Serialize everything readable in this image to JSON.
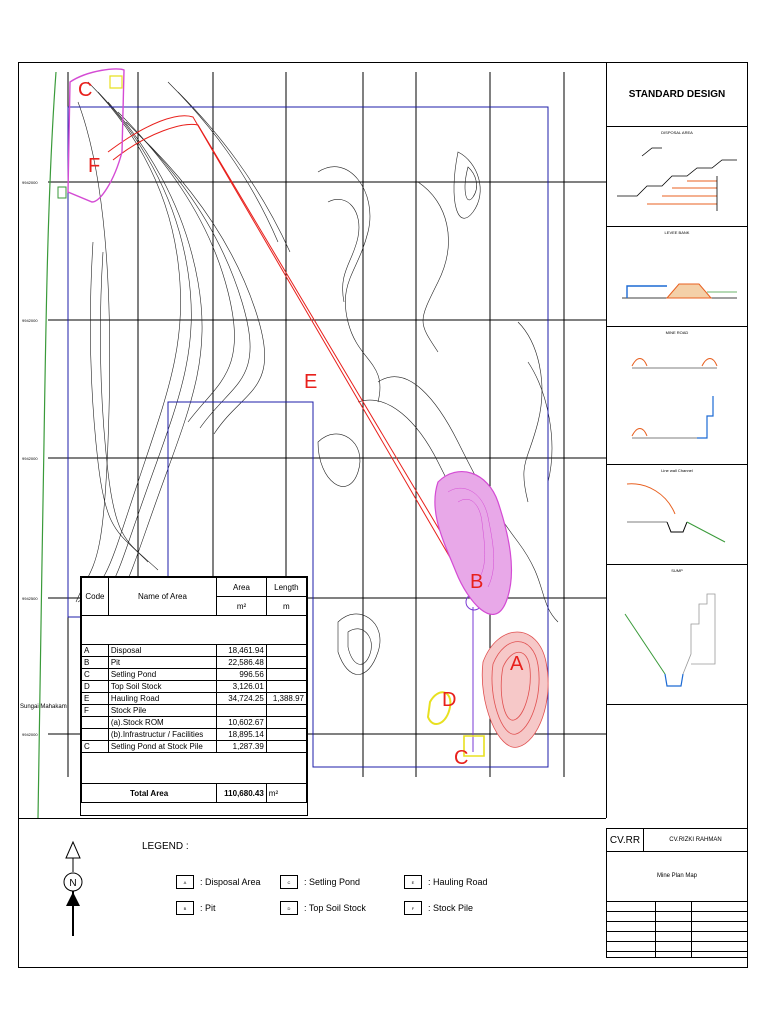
{
  "side_panel": {
    "title": "STANDARD DESIGN",
    "panels": [
      "DISPOSAL AREA",
      "LEVEE BANK",
      "MINE ROAD",
      "Line wall Channel",
      "SUMP"
    ]
  },
  "map": {
    "area_labels": [
      "C",
      "F",
      "E",
      "B",
      "A",
      "D",
      "C"
    ],
    "river_label": "Sungai Mahakam",
    "grid_labels_y": [
      "9942000",
      "9942000",
      "9942000",
      "9942500",
      "9942000"
    ]
  },
  "area_table": {
    "headers": {
      "code": "Code",
      "name": "Name of Area",
      "area": "Area",
      "length": "Length",
      "area_unit": "m²",
      "length_unit": "m"
    },
    "rows": [
      {
        "code": "A",
        "name": "Disposal",
        "area": "18,461.94",
        "length": ""
      },
      {
        "code": "B",
        "name": "Pit",
        "area": "22,586.48",
        "length": ""
      },
      {
        "code": "C",
        "name": "Setling Pond",
        "area": "996.56",
        "length": ""
      },
      {
        "code": "D",
        "name": "Top Soil Stock",
        "area": "3,126.01",
        "length": ""
      },
      {
        "code": "E",
        "name": "Hauling Road",
        "area": "34,724.25",
        "length": "1,388.97"
      },
      {
        "code": "F",
        "name": "Stock Pile",
        "area": "",
        "length": ""
      },
      {
        "code": "",
        "name": "(a).Stock ROM",
        "area": "10,602.67",
        "length": ""
      },
      {
        "code": "",
        "name": "(b).Infrastructur / Facilities",
        "area": "18,895.14",
        "length": ""
      },
      {
        "code": "C",
        "name": "Setling Pond at Stock Pile",
        "area": "1,287.39",
        "length": ""
      }
    ],
    "total_label": "Total Area",
    "total_value": "110,680.43",
    "total_unit": "m²"
  },
  "legend": {
    "title": "LEGEND :",
    "items": [
      {
        "code": "A",
        "label": ": Disposal Area"
      },
      {
        "code": "C",
        "label": ": Setling Pond"
      },
      {
        "code": "E",
        "label": ": Hauling Road"
      },
      {
        "code": "B",
        "label": ": Pit"
      },
      {
        "code": "D",
        "label": ": Top Soil Stock"
      },
      {
        "code": "F",
        "label": ": Stock Pile"
      }
    ],
    "north_label": "N"
  },
  "title_block": {
    "company_short": "CV.RR",
    "company": "CV.RIZKI RAHMAN",
    "drawing_title": "Mine Plan Map"
  },
  "colors": {
    "label_red": "#e8201c",
    "pit_magenta": "#d44bd4",
    "disposal_red": "#e05050",
    "topsoil_yellow": "#e8e020",
    "lease_blue": "#1c1ca8",
    "river_green": "#3a9a3a"
  }
}
